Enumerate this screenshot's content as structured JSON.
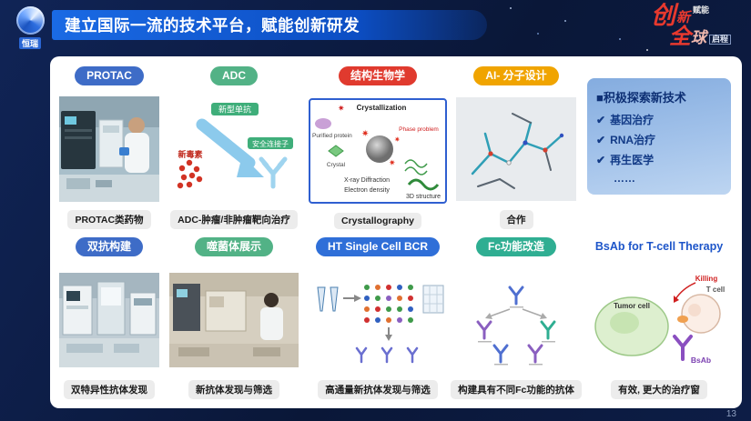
{
  "header": {
    "title": "建立国际一流的技术平台，赋能创新研发",
    "logo_text": "恒瑞",
    "stamp": {
      "char1": "创",
      "char2": "新",
      "char3": "全",
      "char4": "球",
      "tag1": "赋能",
      "tag2": "启程"
    }
  },
  "footer": {
    "page_number": "13"
  },
  "colors": {
    "background": "#0d1d46",
    "title_bar_blue": "#1260d8",
    "blue_pill": "#3e6cc7",
    "green_pill": "#52b286",
    "red_pill": "#e03a2e",
    "yellow_pill": "#f0a400",
    "bright_blue_pill": "#2f6fd8",
    "teal_pill": "#2fae92",
    "bsab_text_blue": "#1d55c9",
    "caption_gray": "#ececec"
  },
  "row1": [
    {
      "label": "PROTAC",
      "caption": "PROTAC类药物",
      "color": "#3e6cc7"
    },
    {
      "label": "ADC",
      "caption": "ADC-肿瘤/非肿瘤靶向治疗",
      "color": "#52b286",
      "img": {
        "mab": "新型单抗",
        "linker": "安全连接子",
        "toxin": "新毒素"
      }
    },
    {
      "label": "结构生物学",
      "caption": "Crystallography",
      "color": "#e03a2e",
      "img": {
        "title": "Crystallization",
        "purified": "Purified protein",
        "crystal": "Crystal",
        "phase": "Phase problem",
        "xray": "X-ray Diffraction",
        "density": "Electron density",
        "structure": "3D structure"
      }
    },
    {
      "label": "AI- 分子设计",
      "caption": "合作",
      "color": "#f0a400"
    }
  ],
  "explore": {
    "bullet": "■",
    "title": "积极探索新技术",
    "check": "✔",
    "items": [
      "基因治疗",
      "RNA治疗",
      "再生医学"
    ],
    "more": "……"
  },
  "row2": [
    {
      "label": "双抗构建",
      "caption": "双特异性抗体发现",
      "color": "#3e6cc7"
    },
    {
      "label": "噬菌体展示",
      "caption": "新抗体发现与筛选",
      "color": "#52b286"
    },
    {
      "label": "HT Single Cell BCR",
      "caption": "高通量新抗体发现与筛选",
      "color": "#2f6fd8"
    },
    {
      "label": "Fc功能改造",
      "caption": "构建具有不同Fc功能的抗体",
      "color": "#2fae92"
    },
    {
      "label": "BsAb for T-cell Therapy",
      "caption": "有效, 更大的治疗窗",
      "color": "#1d55c9",
      "img": {
        "tumor": "Tumor cell",
        "tcell": "T cell",
        "killing": "Killing",
        "bsab": "BsAb"
      }
    }
  ]
}
